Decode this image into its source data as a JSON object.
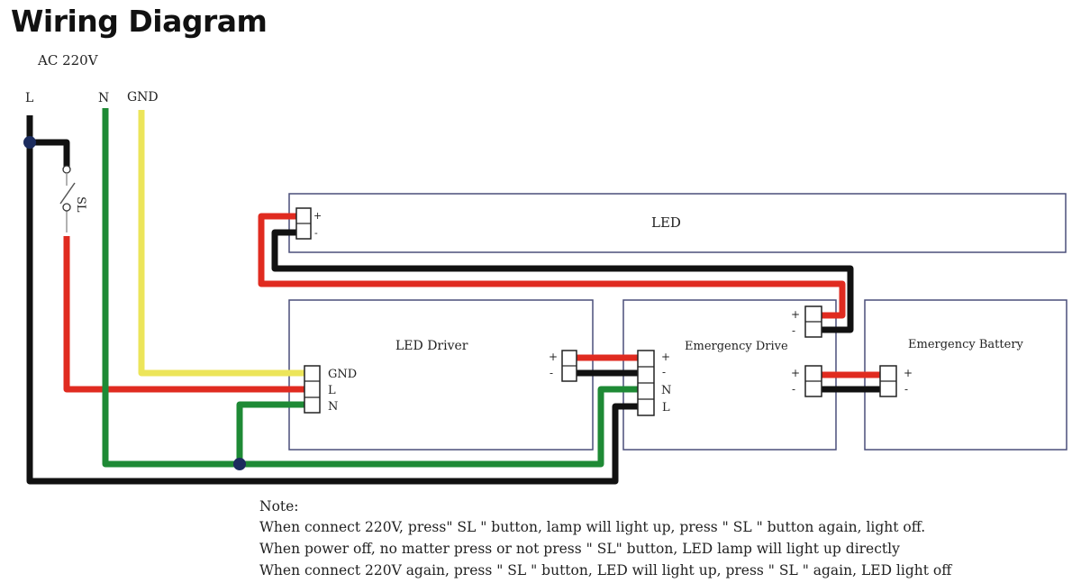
{
  "title": "Wiring Diagram",
  "supply": "AC 220V",
  "wires": {
    "L": "L",
    "N": "N",
    "GND": "GND"
  },
  "switch_label": "SL",
  "components": {
    "led": "LED",
    "led_driver": "LED Driver",
    "emergency_drive": "Emergency Drive",
    "emergency_battery": "Emergency Battery"
  },
  "terminals": {
    "plus": "+",
    "minus": "-",
    "gnd": "GND",
    "l": "L",
    "n": "N"
  },
  "colors": {
    "live": "#e02b20",
    "neutral": "#1e8a35",
    "ground": "#ece55a",
    "black": "#111111",
    "box": "#4a4f7a"
  },
  "notes": {
    "heading": "Note:",
    "lines": [
      "When connect 220V, press\" SL \" button, lamp will light up, press \" SL \" button again, light off.",
      "When power off, no matter press or not press \" SL\" button, LED lamp will light up directly",
      "When connect 220V again, press \" SL \" button, LED will light up, press \" SL \" again, LED light off"
    ]
  }
}
